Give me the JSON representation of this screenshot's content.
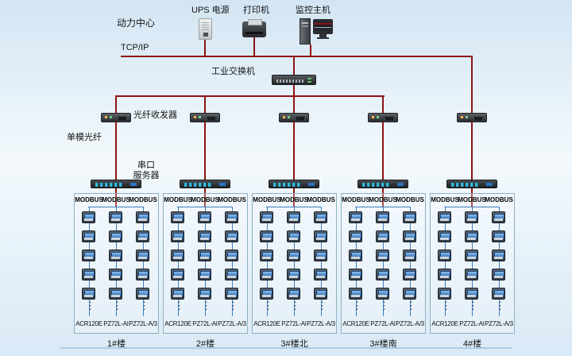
{
  "header": {
    "title": "动力中心"
  },
  "top_devices": {
    "ups": {
      "label": "UPS 电源"
    },
    "printer": {
      "label": "打印机"
    },
    "host": {
      "label": "监控主机"
    }
  },
  "network": {
    "tcpip": "TCP/IP",
    "switch": "工业交换机",
    "fiber_transceiver": "光纤收发器",
    "single_mode_fiber": "单模光纤",
    "serial_server_line1": "串口",
    "serial_server_line2": "服务器"
  },
  "ellipsis": "⋮",
  "meters_per_column": 5,
  "groups": [
    {
      "name": "1#楼",
      "buses": [
        "MODBUS",
        "MODBUS",
        "MODBUS"
      ],
      "device_labels": [
        "ACR120E",
        "PZ72L-AI",
        "PZ72L-A/3"
      ]
    },
    {
      "name": "2#楼",
      "buses": [
        "MODBUS",
        "MODBUS",
        "MODBUS"
      ],
      "device_labels": [
        "ACR120E",
        "PZ72L-AI",
        "PZ72L-A/3"
      ]
    },
    {
      "name": "3#楼北",
      "buses": [
        "MODBUS",
        "MODBUS",
        "MODBUS"
      ],
      "device_labels": [
        "ACR120E",
        "PZ72L-AI",
        "PZ72L-A/3"
      ]
    },
    {
      "name": "3#楼南",
      "buses": [
        "MODBUS",
        "MODBUS",
        "MODBUS"
      ],
      "device_labels": [
        "ACR120E",
        "PZ72L-AI",
        "PZ72L-A/3"
      ]
    },
    {
      "name": "4#楼",
      "buses": [
        "MODBUS",
        "MODBUS",
        "MODBUS"
      ],
      "device_labels": [
        "ACR120E",
        "PZ72L-AI",
        "PZ72L-A/3"
      ]
    }
  ],
  "colors": {
    "connection-line": "#8e1414",
    "bus-line": "#3f7fc1",
    "box-border": "#8fb0c2",
    "text": "#141414",
    "divider": "#aecce4",
    "bg-top": "#d3e5f3",
    "bg-mid": "#f3f9fd",
    "bg-bottom": "#d9e9f5"
  }
}
